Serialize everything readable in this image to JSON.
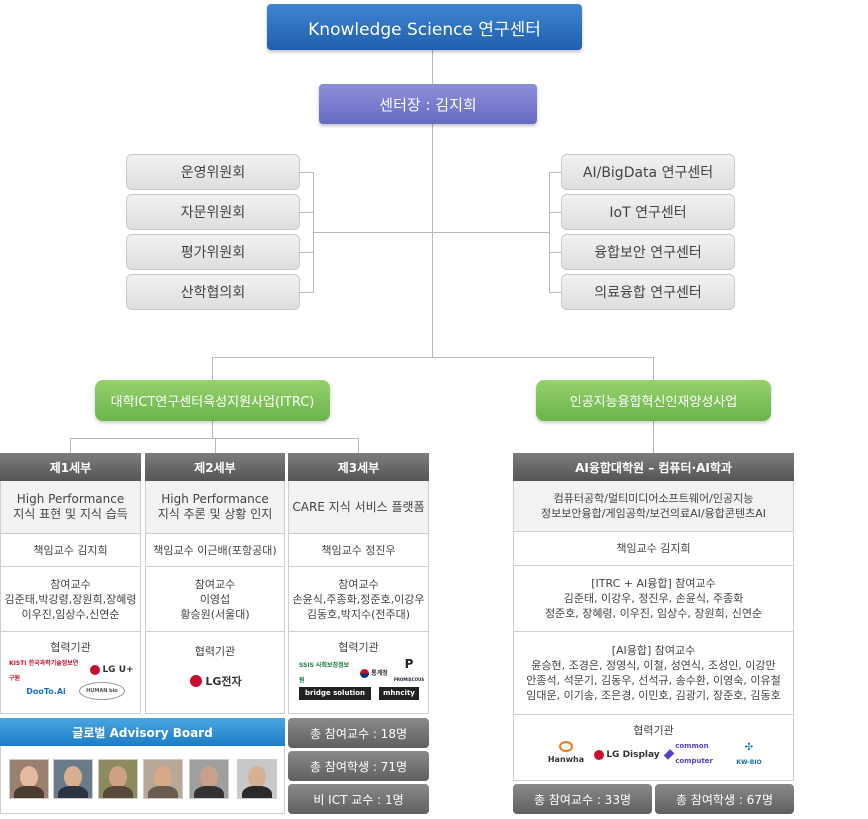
{
  "title": "Knowledge Science 연구센터",
  "director": "센터장 : 김지희",
  "left_committees": [
    "운영위원회",
    "자문위원회",
    "평가위원회",
    "산학협의회"
  ],
  "right_centers": [
    "AI/BigData 연구센터",
    "IoT 연구센터",
    "융합보안 연구센터",
    "의료융합 연구센터"
  ],
  "program_itrc": "대학ICT연구센터육성지원사업(ITRC)",
  "program_ai": "인공지능융합혁신인재양성사업",
  "divisions": [
    {
      "name": "제1세부",
      "topic": [
        "High Performance",
        "지식 표현 및 지식 습득"
      ],
      "lead": "책임교수   김지희",
      "members_title": "참여교수",
      "members": [
        "김준태,박강령,장원희,장혜령",
        "이우진,임상수,신연순"
      ],
      "partner_title": "협력기관"
    },
    {
      "name": "제2세부",
      "topic": [
        "High Performance",
        "지식 추론 및 상황 인지"
      ],
      "lead": "책임교수   이근배(포항공대)",
      "members_title": "참여교수",
      "members": [
        "이영섭",
        "황승원(서울대)"
      ],
      "partner_title": "협력기관"
    },
    {
      "name": "제3세부",
      "topic": [
        "CARE 지식 서비스 플랫폼"
      ],
      "lead": "책임교수   정진우",
      "members_title": "참여교수",
      "members": [
        "손윤식,주종화,정준호,이강우",
        "김동호,박지수(전주대)"
      ],
      "partner_title": "협력기관"
    }
  ],
  "partner_logos": {
    "div1": [
      "KISTI 한국과학기술정보연구원",
      "LG U+",
      "DooTo.Ai",
      "HUMAN bio"
    ],
    "div2": [
      "LG전자"
    ],
    "div3": [
      "SSIS 사회보장정보원",
      "통계청",
      "PROMISCOUS",
      "bridge solution",
      "mhncity"
    ]
  },
  "advisory_title": "글로벌 Advisory Board",
  "itrc_stats": [
    "총 참여교수 : 18명",
    "총 참여학생 : 71명",
    "비 ICT 교수 : 1명"
  ],
  "ai_grad": {
    "name": "AI융합대학원 – 컴퓨터·AI학과",
    "depts": [
      "컴퓨터공학/멀티미디어소프트웨어/인공지능",
      "정보보안융합/게임공학/보건의료AI/융합콘텐츠AI"
    ],
    "lead": "책임교수 김지희",
    "itrc_members_title": "[ITRC + AI융합] 참여교수",
    "itrc_members": [
      "김준태, 이강우, 정진우, 손윤식, 주종화",
      "정준호, 장혜령, 이우진, 임상수, 장원희, 신연순"
    ],
    "ai_members_title": "[AI융합] 참여교수",
    "ai_members": [
      "윤승현, 조경은, 정영식, 이철, 성연식, 조성인, 이강만",
      "안종석, 석문기, 김동우, 선석규, 송수환, 이영숙, 이유철",
      "임대운, 이기송, 조은경, 이민호, 김광기, 장준호, 김동호"
    ],
    "partner_title": "협력기관",
    "logos": [
      "Hanwha",
      "LG Display",
      "common computer",
      "KW-BIO"
    ],
    "stats": [
      "총 참여교수 : 33명",
      "총 참여학생 : 67명"
    ]
  },
  "colors": {
    "title_blue": "#2c6fbf",
    "director_purple": "#7a7bd0",
    "program_green": "#7cc25a",
    "header_gray": "#666666",
    "advisory_blue": "#2a8ad0"
  }
}
